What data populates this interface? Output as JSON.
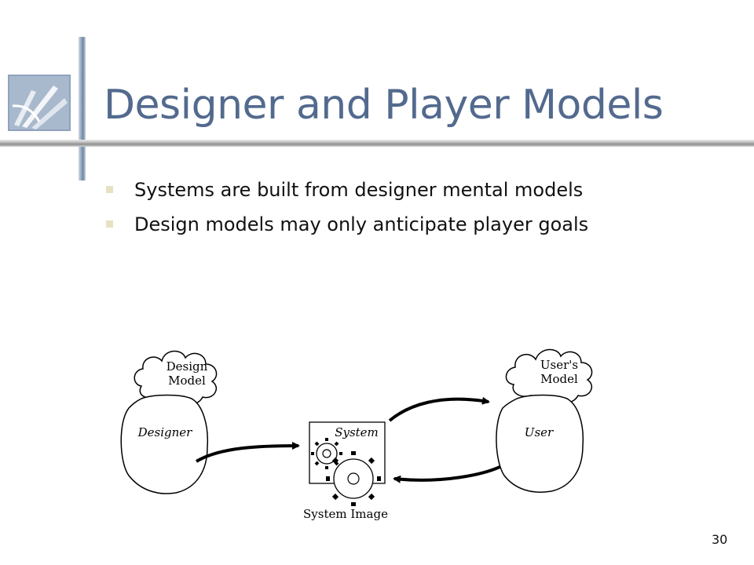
{
  "slide": {
    "title": "Designer and Player Models",
    "bullets": [
      "Systems are built from designer mental models",
      "Design models may only anticipate player goals"
    ],
    "page_number": "30"
  },
  "diagram": {
    "design_model_label_line1": "Design",
    "design_model_label_line2": "Model",
    "designer_label": "Designer",
    "system_label": "System",
    "system_image_label": "System Image",
    "users_model_label_line1": "User's",
    "users_model_label_line2": "Model",
    "user_label": "User"
  },
  "colors": {
    "title": "#536a8e",
    "bullet": "#e6e1c3",
    "accent_bar": "#6d84a3"
  }
}
